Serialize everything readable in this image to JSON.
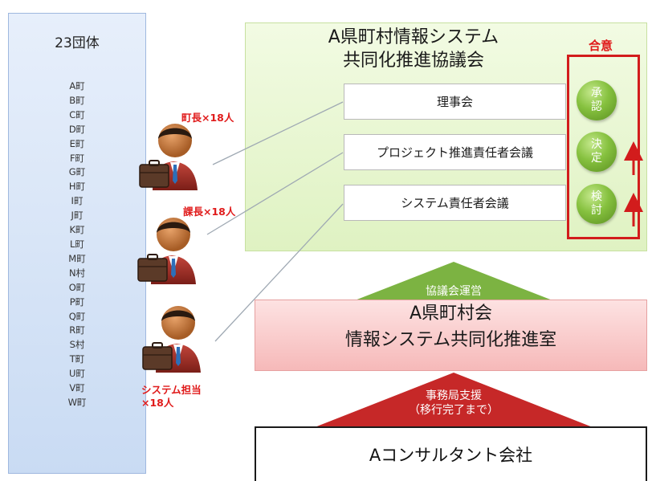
{
  "municipalities": {
    "title": "23団体",
    "items": [
      "A町",
      "B町",
      "C町",
      "D町",
      "E町",
      "F町",
      "G町",
      "H町",
      "I町",
      "J町",
      "K町",
      "L町",
      "M町",
      "N村",
      "O町",
      "P町",
      "Q町",
      "R町",
      "S村",
      "T町",
      "U町",
      "V町",
      "W町"
    ]
  },
  "roles": {
    "mayor": "町長×18人",
    "section_chief": "課長×18人",
    "system_staff_line1": "システム担当",
    "system_staff_line2": "×18人"
  },
  "council": {
    "title_line1": "A県町村情報システム",
    "title_line2": "共同化推進協議会",
    "meetings": [
      "理事会",
      "プロジェクト推進責任者会議",
      "システム責任者会議"
    ]
  },
  "approval": {
    "label": "合意",
    "steps": [
      "承認",
      "決定",
      "検討"
    ]
  },
  "operation_label": "協議会運営",
  "secretariat": {
    "line1": "A県町村会",
    "line2": "情報システム共同化推進室"
  },
  "support": {
    "line1": "事務局支援",
    "line2": "（移行完了まで）"
  },
  "consultant": "Aコンサルタント会社",
  "colors": {
    "accent_red": "#e01b1b",
    "council_green": "#dff2c2",
    "triangle_green": "#7cb342",
    "triangle_red": "#c62828",
    "secretariat_pink": "#f6b9b9",
    "list_blue": "#c9dbf3"
  }
}
